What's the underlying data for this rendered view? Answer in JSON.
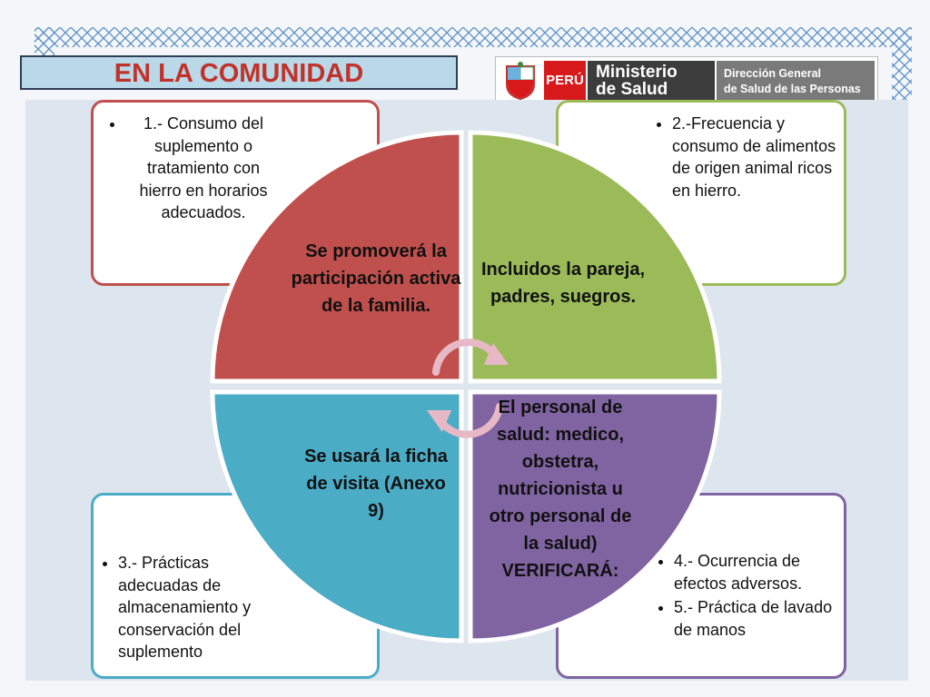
{
  "slide": {
    "title": "EN LA COMUNIDAD",
    "logo": {
      "country": "PERÚ",
      "ministry_line1": "Ministerio",
      "ministry_line2": "de Salud",
      "direction_line1": "Dirección General",
      "direction_line2": "de Salud de las Personas"
    }
  },
  "diagram": {
    "quadrants": [
      {
        "id": "q1",
        "text": "Se promoverá la participación activa de la familia.",
        "color": "#c0504d"
      },
      {
        "id": "q2",
        "text": "Incluidos la pareja, padres, suegros.",
        "color": "#9bbb59"
      },
      {
        "id": "q3",
        "text": "Se usará la ficha de visita (Anexo 9)",
        "color": "#4bacc6"
      },
      {
        "id": "q4",
        "text": "El personal de salud: medico, obstetra, nutricionista u otro personal de la salud) VERIFICARÁ:",
        "color": "#8064a2"
      }
    ],
    "cards": {
      "top_left": [
        "1.- Consumo del suplemento o tratamiento con hierro en horarios adecuados."
      ],
      "top_right": [
        "2.-Frecuencia y consumo de alimentos de origen animal ricos en hierro."
      ],
      "bottom_left": [
        "3.- Prácticas adecuadas de almacenamiento y conservación del suplemento"
      ],
      "bottom_right": [
        "4.- Ocurrencia de efectos adversos.",
        "5.- Práctica de lavado de manos"
      ]
    },
    "arrow_color": "#e7b9c6"
  }
}
